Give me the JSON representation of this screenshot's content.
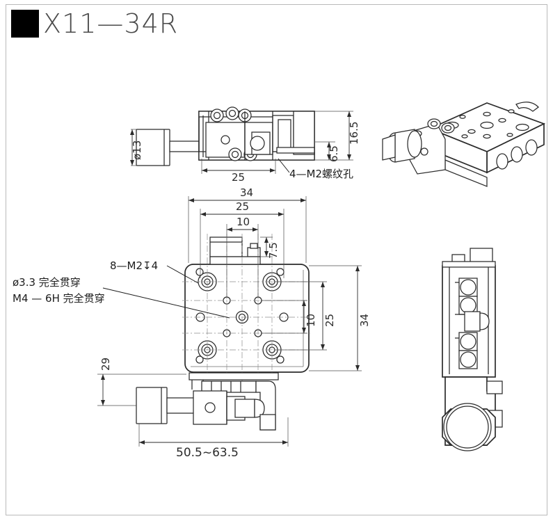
{
  "header": {
    "swatch_name": "black-square-marker",
    "title": "X11—34R"
  },
  "drawing": {
    "type": "engineering-drawing",
    "part_number": "X11-34R",
    "description": "Linear translation stage — multi-view mechanical drawing",
    "views": [
      {
        "name": "front-elevation-view",
        "position": "top-left"
      },
      {
        "name": "top-plan-view",
        "position": "center-left"
      },
      {
        "name": "isometric-3d-view",
        "position": "top-right"
      },
      {
        "name": "right-side-elevation-view",
        "position": "bottom-right"
      }
    ],
    "dimensions": {
      "knob_diameter": "ø13",
      "front_height_total": "16.5",
      "front_height_lower": "6.5",
      "front_length": "25",
      "plate_width": "34",
      "hole_pattern_outer": "25",
      "hole_pattern_inner": "10",
      "top_boss_offset": "7.5",
      "plate_depth": "34",
      "hole_pattern_outer_v": "25",
      "hole_pattern_inner_v": "10",
      "stage_height": "29",
      "travel_length": "50.5~63.5"
    },
    "annotations": {
      "front_thread_note": "4—M2螺纹孔",
      "top_thread_note": "8—M2↧4",
      "through_hole_note_1": "ø3.3  完全贯穿",
      "through_hole_note_2": "M4 — 6H  完全贯穿"
    },
    "colors": {
      "line": "#2b2b2b",
      "thin_line": "#7a7a7a",
      "fill": "#ffffff",
      "title": "#4a4a4a",
      "frame": "#b9b9b9"
    }
  }
}
